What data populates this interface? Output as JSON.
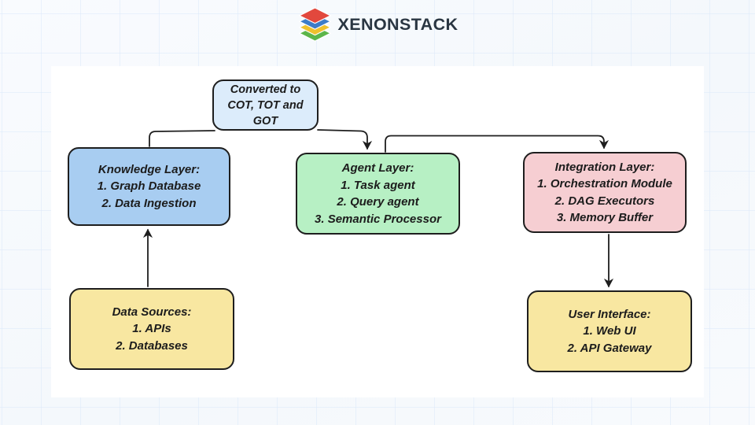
{
  "header": {
    "brand": "XENONSTACK",
    "logo_icon": "layered-stack-icon",
    "logo_layer_colors": [
      "#e2483d",
      "#3d7cc9",
      "#efc12e",
      "#5cb54a"
    ],
    "brand_color": "#2a3642"
  },
  "diagram": {
    "nodes": {
      "converted": {
        "lines": [
          "Converted to",
          "COT, TOT and",
          "GOT"
        ],
        "fill": "#dcecfb"
      },
      "knowledge": {
        "lines": [
          "Knowledge Layer:",
          "1. Graph Database",
          "2. Data Ingestion"
        ],
        "fill": "#a8cdf1"
      },
      "agent": {
        "lines": [
          "Agent Layer:",
          "1. Task agent",
          "2. Query agent",
          "3. Semantic Processor"
        ],
        "fill": "#b7f0c4"
      },
      "integration": {
        "lines": [
          "Integration Layer:",
          "1. Orchestration Module",
          "2. DAG Executors",
          "3. Memory Buffer"
        ],
        "fill": "#f6ced2"
      },
      "data_sources": {
        "lines": [
          "Data Sources:",
          "1. APIs",
          "2. Databases"
        ],
        "fill": "#f8e7a1"
      },
      "user_interface": {
        "lines": [
          "User Interface:",
          "1. Web UI",
          "2. API Gateway"
        ],
        "fill": "#f8e7a1"
      }
    },
    "connectors": [
      {
        "from": "converted",
        "to": "knowledge",
        "arrowhead": false
      },
      {
        "from": "converted",
        "to": "agent",
        "arrowhead": true
      },
      {
        "from": "agent",
        "to": "integration",
        "arrowhead": true
      },
      {
        "from": "data_sources",
        "to": "knowledge",
        "arrowhead": true
      },
      {
        "from": "integration",
        "to": "user_interface",
        "arrowhead": true
      }
    ],
    "stroke_color": "#1e1e1e",
    "canvas_color": "#ffffff"
  }
}
